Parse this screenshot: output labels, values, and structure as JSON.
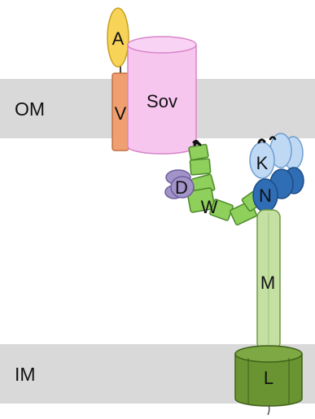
{
  "membranes": {
    "outer": {
      "label": "OM",
      "color": "#d9d9d9"
    },
    "inner": {
      "label": "IM",
      "color": "#d9d9d9"
    }
  },
  "proteins": {
    "A": {
      "label": "A",
      "color": "#f7d358"
    },
    "V": {
      "label": "V",
      "color": "#f0a070"
    },
    "Sov": {
      "label": "Sov",
      "color": "#f7c6ef"
    },
    "D": {
      "label": "D",
      "color": "#a293c9"
    },
    "W": {
      "label": "W",
      "color": "#8fcf5b"
    },
    "K": {
      "label": "K",
      "color": "#bfd9f5"
    },
    "N": {
      "label": "N",
      "color": "#2f6db5"
    },
    "M": {
      "label": "M",
      "color": "#c4e0a2"
    },
    "L": {
      "label": "L",
      "color": "#6a9432"
    }
  }
}
